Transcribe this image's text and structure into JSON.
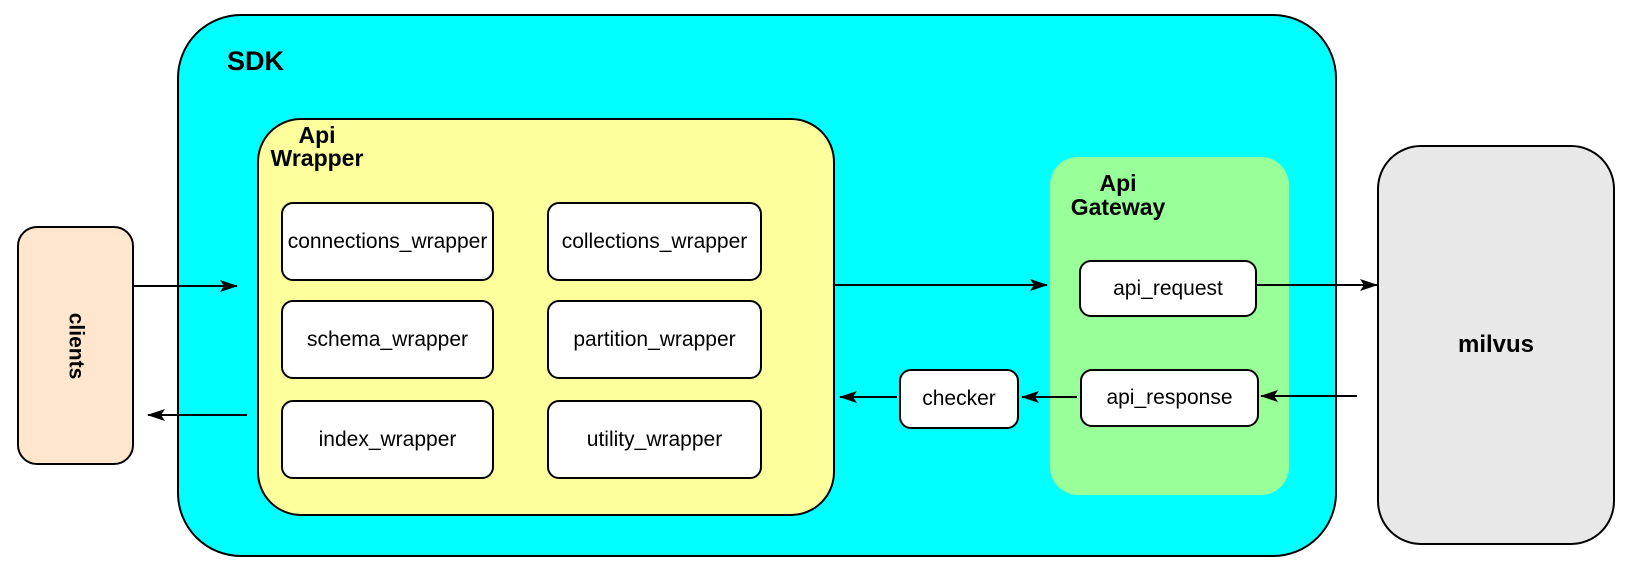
{
  "nodes": {
    "clients": {
      "label": "clients"
    },
    "sdk": {
      "label": "SDK"
    },
    "api_wrapper": {
      "label_line1": "Api",
      "label_line2": "Wrapper",
      "boxes": [
        "connections_wrapper",
        "collections_wrapper",
        "schema_wrapper",
        "partition_wrapper",
        "index_wrapper",
        "utility_wrapper"
      ]
    },
    "checker": {
      "label": "checker"
    },
    "api_gateway": {
      "label_line1": "Api",
      "label_line2": "Gateway",
      "request_label": "api_request",
      "response_label": "api_response"
    },
    "milvus": {
      "label": "milvus"
    }
  },
  "colors": {
    "sdk_fill": "#00ffff",
    "api_wrapper_fill": "#fdff9c",
    "api_gateway_fill": "#99ff99",
    "clients_fill": "#ffe6cc",
    "milvus_fill": "#e8e8e8",
    "node_fill": "#ffffff",
    "stroke": "#000000"
  }
}
